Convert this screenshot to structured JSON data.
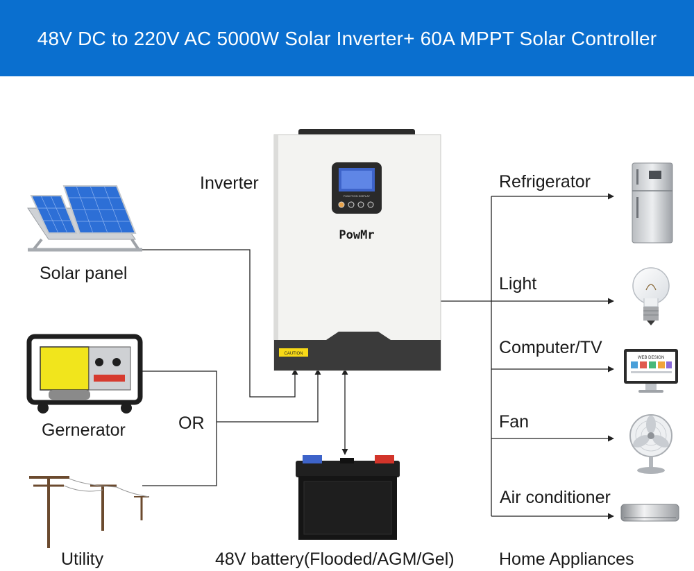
{
  "header": {
    "title": "48V DC to 220V AC 5000W Solar Inverter+ 60A MPPT Solar Controller"
  },
  "colors": {
    "banner": "#0a6fcf",
    "line": "#222222",
    "panel_blue": "#2d6fd6"
  },
  "labels": {
    "inverter": "Inverter",
    "solar_panel": "Solar panel",
    "generator": "Gernerator",
    "or": "OR",
    "utility": "Utility",
    "battery": "48V battery(Flooded/AGM/Gel)",
    "refrigerator": "Refrigerator",
    "light": "Light",
    "computer_tv": "Computer/TV",
    "fan": "Fan",
    "air_conditioner": "Air conditioner",
    "home_appliances": "Home Appliances"
  },
  "inverter": {
    "brand": "PowMr",
    "caution": "CAUTION",
    "display_caption": "FUNCTION DISPLAY"
  },
  "computer": {
    "screen_text": "WEB DESIGN"
  },
  "icons": [
    "solar-panel-icon",
    "generator-icon",
    "utility-pole-icon",
    "battery-icon",
    "refrigerator-icon",
    "light-bulb-icon",
    "computer-icon",
    "fan-icon",
    "air-conditioner-icon"
  ]
}
